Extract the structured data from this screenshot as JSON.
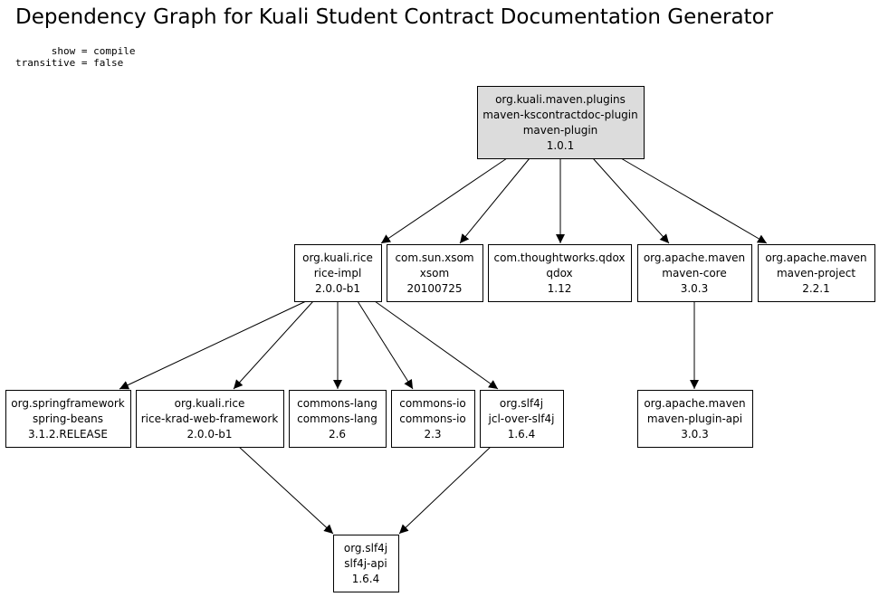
{
  "title": "Dependency Graph for Kuali Student Contract Documentation Generator",
  "params": {
    "show": "      show = compile",
    "transitive": "transitive = false"
  },
  "graph": {
    "nodes": [
      {
        "id": "root",
        "lines": [
          "org.kuali.maven.plugins",
          "maven-kscontractdoc-plugin",
          "maven-plugin",
          "1.0.1"
        ],
        "root": true
      },
      {
        "id": "rice-impl",
        "lines": [
          "org.kuali.rice",
          "rice-impl",
          "2.0.0-b1"
        ]
      },
      {
        "id": "xsom",
        "lines": [
          "com.sun.xsom",
          "xsom",
          "20100725"
        ]
      },
      {
        "id": "qdox",
        "lines": [
          "com.thoughtworks.qdox",
          "qdox",
          "1.12"
        ]
      },
      {
        "id": "maven-core",
        "lines": [
          "org.apache.maven",
          "maven-core",
          "3.0.3"
        ]
      },
      {
        "id": "maven-project",
        "lines": [
          "org.apache.maven",
          "maven-project",
          "2.2.1"
        ]
      },
      {
        "id": "spring-beans",
        "lines": [
          "org.springframework",
          "spring-beans",
          "3.1.2.RELEASE"
        ]
      },
      {
        "id": "rice-krad",
        "lines": [
          "org.kuali.rice",
          "rice-krad-web-framework",
          "2.0.0-b1"
        ]
      },
      {
        "id": "commons-lang",
        "lines": [
          "commons-lang",
          "commons-lang",
          "2.6"
        ]
      },
      {
        "id": "commons-io",
        "lines": [
          "commons-io",
          "commons-io",
          "2.3"
        ]
      },
      {
        "id": "jcl-over-slf4j",
        "lines": [
          "org.slf4j",
          "jcl-over-slf4j",
          "1.6.4"
        ]
      },
      {
        "id": "maven-plugin-api",
        "lines": [
          "org.apache.maven",
          "maven-plugin-api",
          "3.0.3"
        ]
      },
      {
        "id": "slf4j-api",
        "lines": [
          "org.slf4j",
          "slf4j-api",
          "1.6.4"
        ]
      }
    ],
    "edges": [
      {
        "from": "root",
        "to": "rice-impl"
      },
      {
        "from": "root",
        "to": "xsom"
      },
      {
        "from": "root",
        "to": "qdox"
      },
      {
        "from": "root",
        "to": "maven-core"
      },
      {
        "from": "root",
        "to": "maven-project"
      },
      {
        "from": "rice-impl",
        "to": "spring-beans"
      },
      {
        "from": "rice-impl",
        "to": "rice-krad"
      },
      {
        "from": "rice-impl",
        "to": "commons-lang"
      },
      {
        "from": "rice-impl",
        "to": "commons-io"
      },
      {
        "from": "rice-impl",
        "to": "jcl-over-slf4j"
      },
      {
        "from": "maven-core",
        "to": "maven-plugin-api"
      },
      {
        "from": "rice-krad",
        "to": "slf4j-api"
      },
      {
        "from": "jcl-over-slf4j",
        "to": "slf4j-api"
      }
    ]
  }
}
